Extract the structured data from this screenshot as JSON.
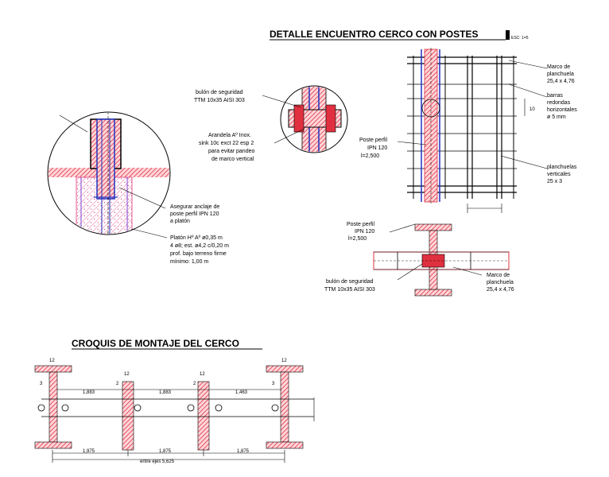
{
  "titles": {
    "main": "DETALLE ENCUENTRO CERCO CON POSTES",
    "scale": "ESC: 1=5",
    "montaje": "CROQUIS DE MONTAJE DEL CERCO"
  },
  "callouts": {
    "bolt": [
      "bulón de seguridad",
      "TTM 10x35 AISI 303"
    ],
    "washer": [
      "Arandela Aº Inox.",
      "sink 10c exct 22 esp 2",
      "para evitar pandeo",
      "de marco vertical"
    ],
    "anchor": [
      "Asegurar anclaje de",
      "poste perfil IPN 120",
      "a platón"
    ],
    "plinth": [
      "Platón Hº Aº ø0,35 m",
      "4 ø8; est. ø4,2 c/0,20 m",
      "prof. bajo terreno firme",
      "mínimo: 1,00 m"
    ],
    "post_top": [
      "Poste perfil",
      "IPN 120",
      "l=2,500"
    ],
    "frame": [
      "Marco de",
      "planchuela",
      "25,4 x 4,76"
    ],
    "bars": [
      "barras",
      "redondas",
      "horizontales",
      "ø 5 mm"
    ],
    "verticals": [
      "planchuelas",
      "verticales",
      "25 x 3"
    ],
    "post_mid": [
      "Poste perfil",
      "IPN 120",
      "l=2,500"
    ],
    "bolt_mid": [
      "bulón de seguridad",
      "TTM 10x35 AISI 303"
    ],
    "frame_mid": [
      "Marco de",
      "planchuela",
      "25,4 x 4,76"
    ]
  },
  "dims": {
    "flange": "12",
    "web_left": "3",
    "gap_small": "2",
    "span_a": "1,883",
    "span_b": "1,883",
    "span_c": "1,463",
    "span_d": "1,975",
    "span_e": "1,875",
    "span_f": "1,875",
    "total": "entre ejes 5,625",
    "pitch": "10"
  },
  "colors": {
    "line": "#000000",
    "steel": "#d8303a",
    "hatch": "#e03040",
    "frame_blue": "#2030c0",
    "concrete": "#f060a0"
  }
}
